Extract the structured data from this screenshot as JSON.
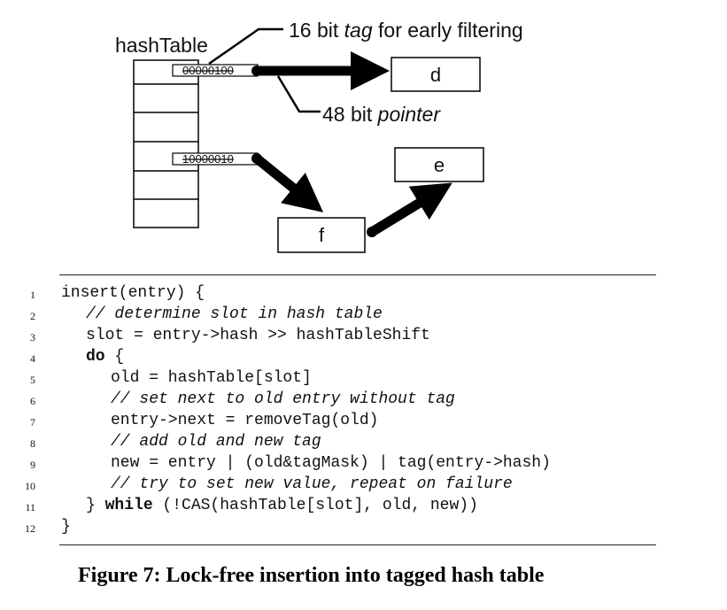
{
  "diagram": {
    "table_label": "hashTable",
    "entry1_bits": "00000100",
    "entry2_bits": "10000010",
    "tag_annotation": {
      "prefix": "16 bit ",
      "emph": "tag",
      "suffix": " for early filtering"
    },
    "pointer_annotation": {
      "prefix": "48 bit ",
      "emph": "pointer"
    },
    "node_d": "d",
    "node_e": "e",
    "node_f": "f"
  },
  "code": {
    "lines": [
      {
        "num": "1",
        "indent": 0,
        "parts": [
          {
            "t": "insert(entry) {",
            "s": "normal"
          }
        ]
      },
      {
        "num": "2",
        "indent": 1,
        "parts": [
          {
            "t": "// determine slot in hash table",
            "s": "comment"
          }
        ]
      },
      {
        "num": "3",
        "indent": 1,
        "parts": [
          {
            "t": "slot = entry->hash >> hashTableShift",
            "s": "normal"
          }
        ]
      },
      {
        "num": "4",
        "indent": 1,
        "parts": [
          {
            "t": "do",
            "s": "keyword"
          },
          {
            "t": " {",
            "s": "normal"
          }
        ]
      },
      {
        "num": "5",
        "indent": 2,
        "parts": [
          {
            "t": "old = hashTable[slot]",
            "s": "normal"
          }
        ]
      },
      {
        "num": "6",
        "indent": 2,
        "parts": [
          {
            "t": "// set next to old entry without tag",
            "s": "comment"
          }
        ]
      },
      {
        "num": "7",
        "indent": 2,
        "parts": [
          {
            "t": "entry->next = removeTag(old)",
            "s": "normal"
          }
        ]
      },
      {
        "num": "8",
        "indent": 2,
        "parts": [
          {
            "t": "// add old and new tag",
            "s": "comment"
          }
        ]
      },
      {
        "num": "9",
        "indent": 2,
        "parts": [
          {
            "t": "new = entry | (old&tagMask) | tag(entry->hash)",
            "s": "normal"
          }
        ]
      },
      {
        "num": "10",
        "indent": 2,
        "parts": [
          {
            "t": "// try to set new value, repeat on failure",
            "s": "comment"
          }
        ]
      },
      {
        "num": "11",
        "indent": 1,
        "parts": [
          {
            "t": "} ",
            "s": "normal"
          },
          {
            "t": "while",
            "s": "keyword"
          },
          {
            "t": " (!CAS(hashTable[slot], old, new))",
            "s": "normal"
          }
        ]
      },
      {
        "num": "12",
        "indent": 0,
        "parts": [
          {
            "t": "}",
            "s": "normal"
          }
        ]
      }
    ]
  },
  "caption": "Figure 7: Lock-free insertion into tagged hash table"
}
